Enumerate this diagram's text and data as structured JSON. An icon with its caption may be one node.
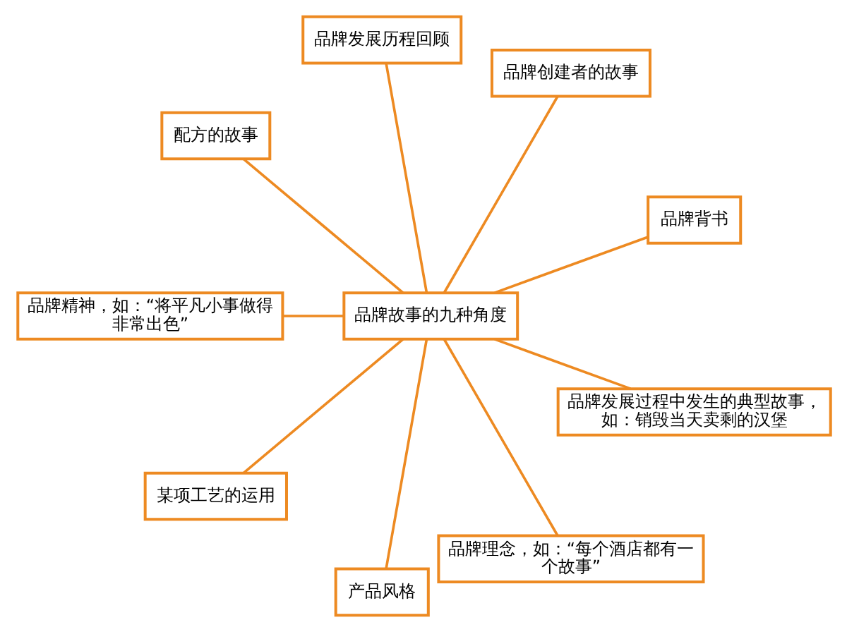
{
  "diagram": {
    "nodes": [
      {
        "text": [
          "品牌背书"
        ]
      },
      {
        "text": [
          "品牌创建者的故事"
        ]
      },
      {
        "text": [
          "品牌发展历程回顾"
        ]
      },
      {
        "text": [
          "配方的故事"
        ]
      },
      {
        "text": [
          "品牌精神，如：“将平凡小事做得非常出色”"
        ]
      },
      {
        "text": [
          "品牌故事的九种角度"
        ]
      },
      {
        "text": [
          "某项工艺的运用"
        ]
      },
      {
        "text": [
          "产品风格"
        ]
      },
      {
        "text": [
          "品牌理念，如：“每个酒店都有一个故事”"
        ]
      },
      {
        "text": [
          "品牌发展过程中发生的典型故事，如：销毁当天卖剩的汉堡"
        ]
      }
    ],
    "edges": [
      {
        "from": 5,
        "to": 0,
        "arrow": "none"
      },
      {
        "from": 5,
        "to": 1,
        "arrow": "none"
      },
      {
        "from": 5,
        "to": 3,
        "arrow": "none"
      },
      {
        "from": 5,
        "to": 6,
        "arrow": "none"
      },
      {
        "from": 5,
        "to": 7,
        "arrow": "none"
      },
      {
        "from": 5,
        "to": 9,
        "arrow": "none"
      },
      {
        "from": 5,
        "to": 8,
        "arrow": "none"
      },
      {
        "from": 5,
        "to": 4,
        "arrow": "none"
      },
      {
        "from": 5,
        "to": 2,
        "arrow": "none"
      }
    ]
  }
}
